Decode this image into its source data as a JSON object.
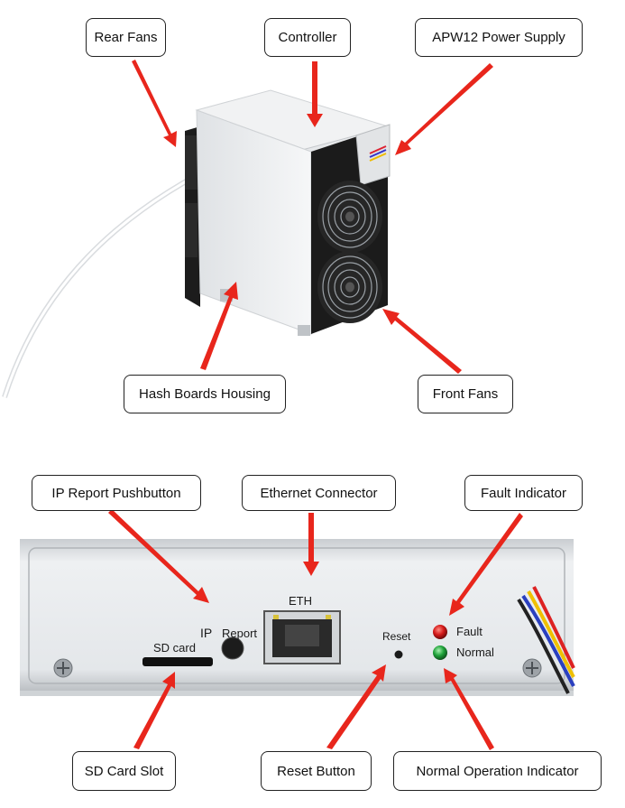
{
  "top_callouts": {
    "rear_fans": "Rear Fans",
    "controller": "Controller",
    "psu": "APW12 Power Supply",
    "hash_boards": "Hash Boards Housing",
    "front_fans": "Front Fans"
  },
  "bottom_callouts": {
    "ip_report": "IP Report Pushbutton",
    "ethernet": "Ethernet Connector",
    "fault": "Fault Indicator",
    "sd_slot": "SD Card Slot",
    "reset": "Reset Button",
    "normal_op": "Normal Operation Indicator"
  },
  "panel_labels": {
    "sd_card": "SD card",
    "ip": "IP",
    "report": "Report",
    "eth": "ETH",
    "reset": "Reset",
    "fault": "Fault",
    "normal": "Normal"
  },
  "colors": {
    "arrow": "#e8261c",
    "fault_led": "#d41a1a",
    "normal_led": "#1fa23a",
    "chassis": "#e9ecef"
  }
}
